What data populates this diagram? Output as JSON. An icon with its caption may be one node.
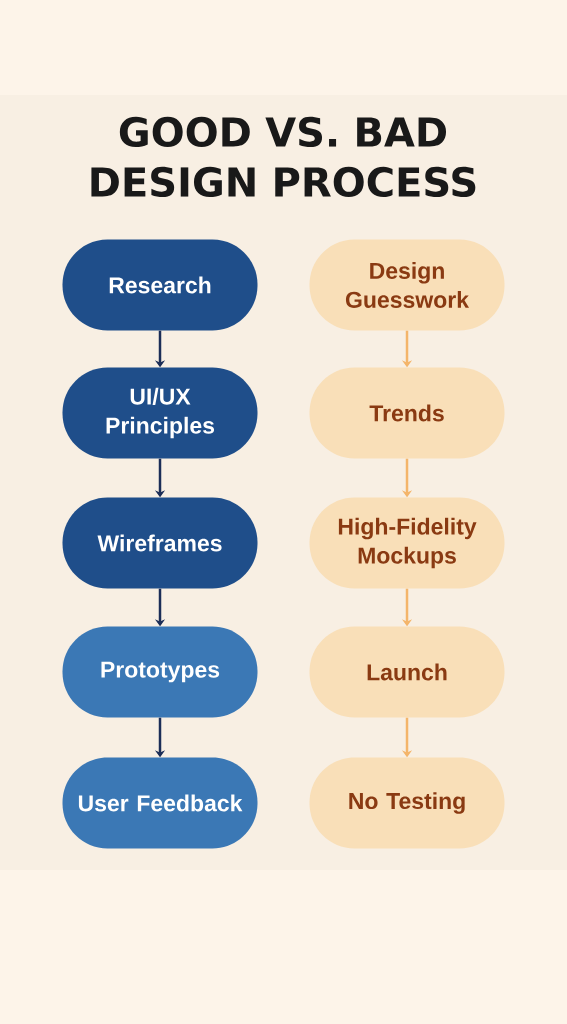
{
  "diagram": {
    "title": "GOOD VS. BAD DESIGN PROCESS",
    "nodes": [
      {
        "text": [
          "Research"
        ]
      },
      {
        "text": [
          "UI/UX Principles"
        ]
      },
      {
        "text": [
          "Wireframes"
        ]
      },
      {
        "text": [
          "Prototypes"
        ]
      },
      {
        "text": [
          "User Feedback"
        ]
      },
      {
        "text": [
          "Design Guesswork"
        ]
      },
      {
        "text": [
          "Trends"
        ]
      },
      {
        "text": [
          "High-Fidelity Mockups"
        ]
      },
      {
        "text": [
          "Launch"
        ]
      },
      {
        "text": [
          "No Testing"
        ]
      }
    ],
    "edges": [
      {
        "from": 0,
        "to": 1,
        "arrow": "to",
        "color": "#1b2d57"
      },
      {
        "from": 1,
        "to": 2,
        "arrow": "to",
        "color": "#1b2d57"
      },
      {
        "from": 2,
        "to": 3,
        "arrow": "to",
        "color": "#1b2d57"
      },
      {
        "from": 3,
        "to": 4,
        "arrow": "to",
        "color": "#1b2d57"
      },
      {
        "from": 5,
        "to": 6,
        "arrow": "to",
        "color": "#f4b56a"
      },
      {
        "from": 6,
        "to": 7,
        "arrow": "to",
        "color": "#f4b56a"
      },
      {
        "from": 7,
        "to": 8,
        "arrow": "to",
        "color": "#f4b56a"
      },
      {
        "from": 8,
        "to": 9,
        "arrow": "to",
        "color": "#f4b56a"
      }
    ]
  }
}
